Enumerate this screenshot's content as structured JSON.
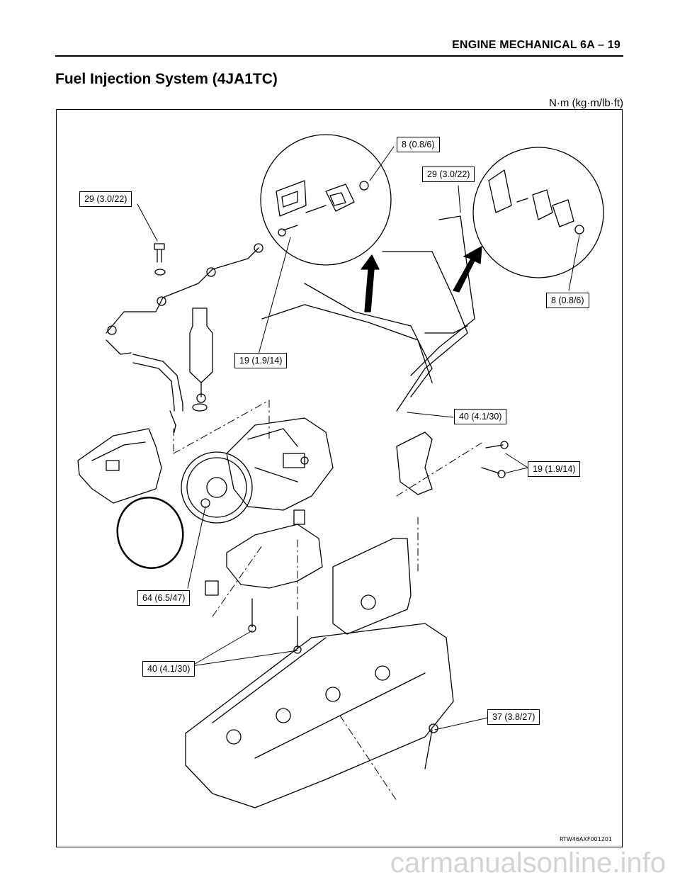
{
  "header": {
    "section": "ENGINE MECHANICAL   6A – 19"
  },
  "title": "Fuel Injection System (4JA1TC)",
  "units": "N·m (kg·m/lb·ft)",
  "callouts": [
    "8 (0.8/6)",
    "29 (3.0/22)",
    "29 (3.0/22)",
    "8 (0.8/6)",
    "19 (1.9/14)",
    "40 (4.1/30)",
    "19 (1.9/14)",
    "64 (6.5/47)",
    "40 (4.1/30)",
    "37 (3.8/27)"
  ],
  "figure_code": "RTW46AXF001201",
  "watermark": "carmanualsonline.info"
}
